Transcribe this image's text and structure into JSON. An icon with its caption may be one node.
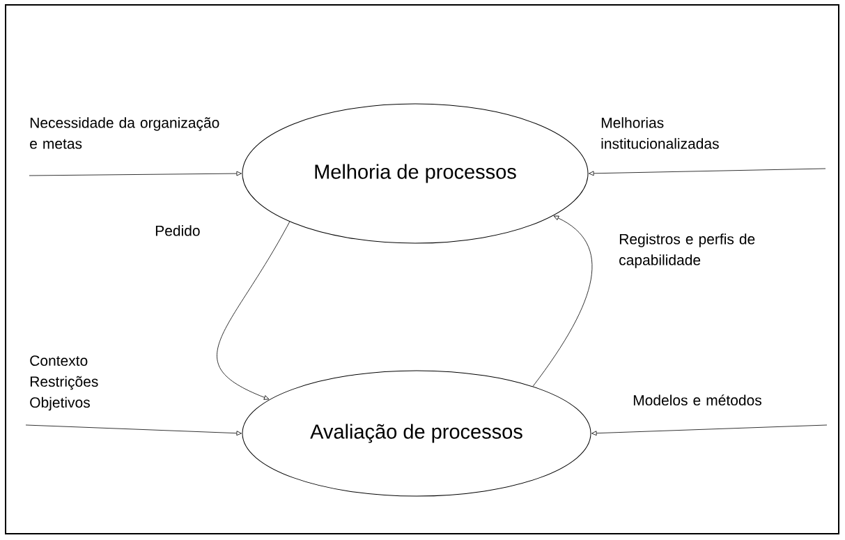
{
  "diagram": {
    "nodes": [
      {
        "text": [
          "Melhoria de processos"
        ]
      },
      {
        "text": [
          "Avaliação de processos"
        ]
      }
    ],
    "edges": [
      {
        "from": null,
        "to": 0,
        "arrow": "to",
        "label": "Necessidade da organização e metas"
      },
      {
        "from": null,
        "to": 0,
        "arrow": "to",
        "label": "Melhorias institucionalizadas"
      },
      {
        "from": 0,
        "to": 1,
        "arrow": "to",
        "label": "Pedido"
      },
      {
        "from": 1,
        "to": 0,
        "arrow": "to",
        "label": "Registros e perfis de capabilidade"
      },
      {
        "from": null,
        "to": 1,
        "arrow": "to",
        "label": "Contexto Restrições Objetivos"
      },
      {
        "from": null,
        "to": 1,
        "arrow": "to",
        "label": "Modelos e métodos"
      }
    ]
  }
}
